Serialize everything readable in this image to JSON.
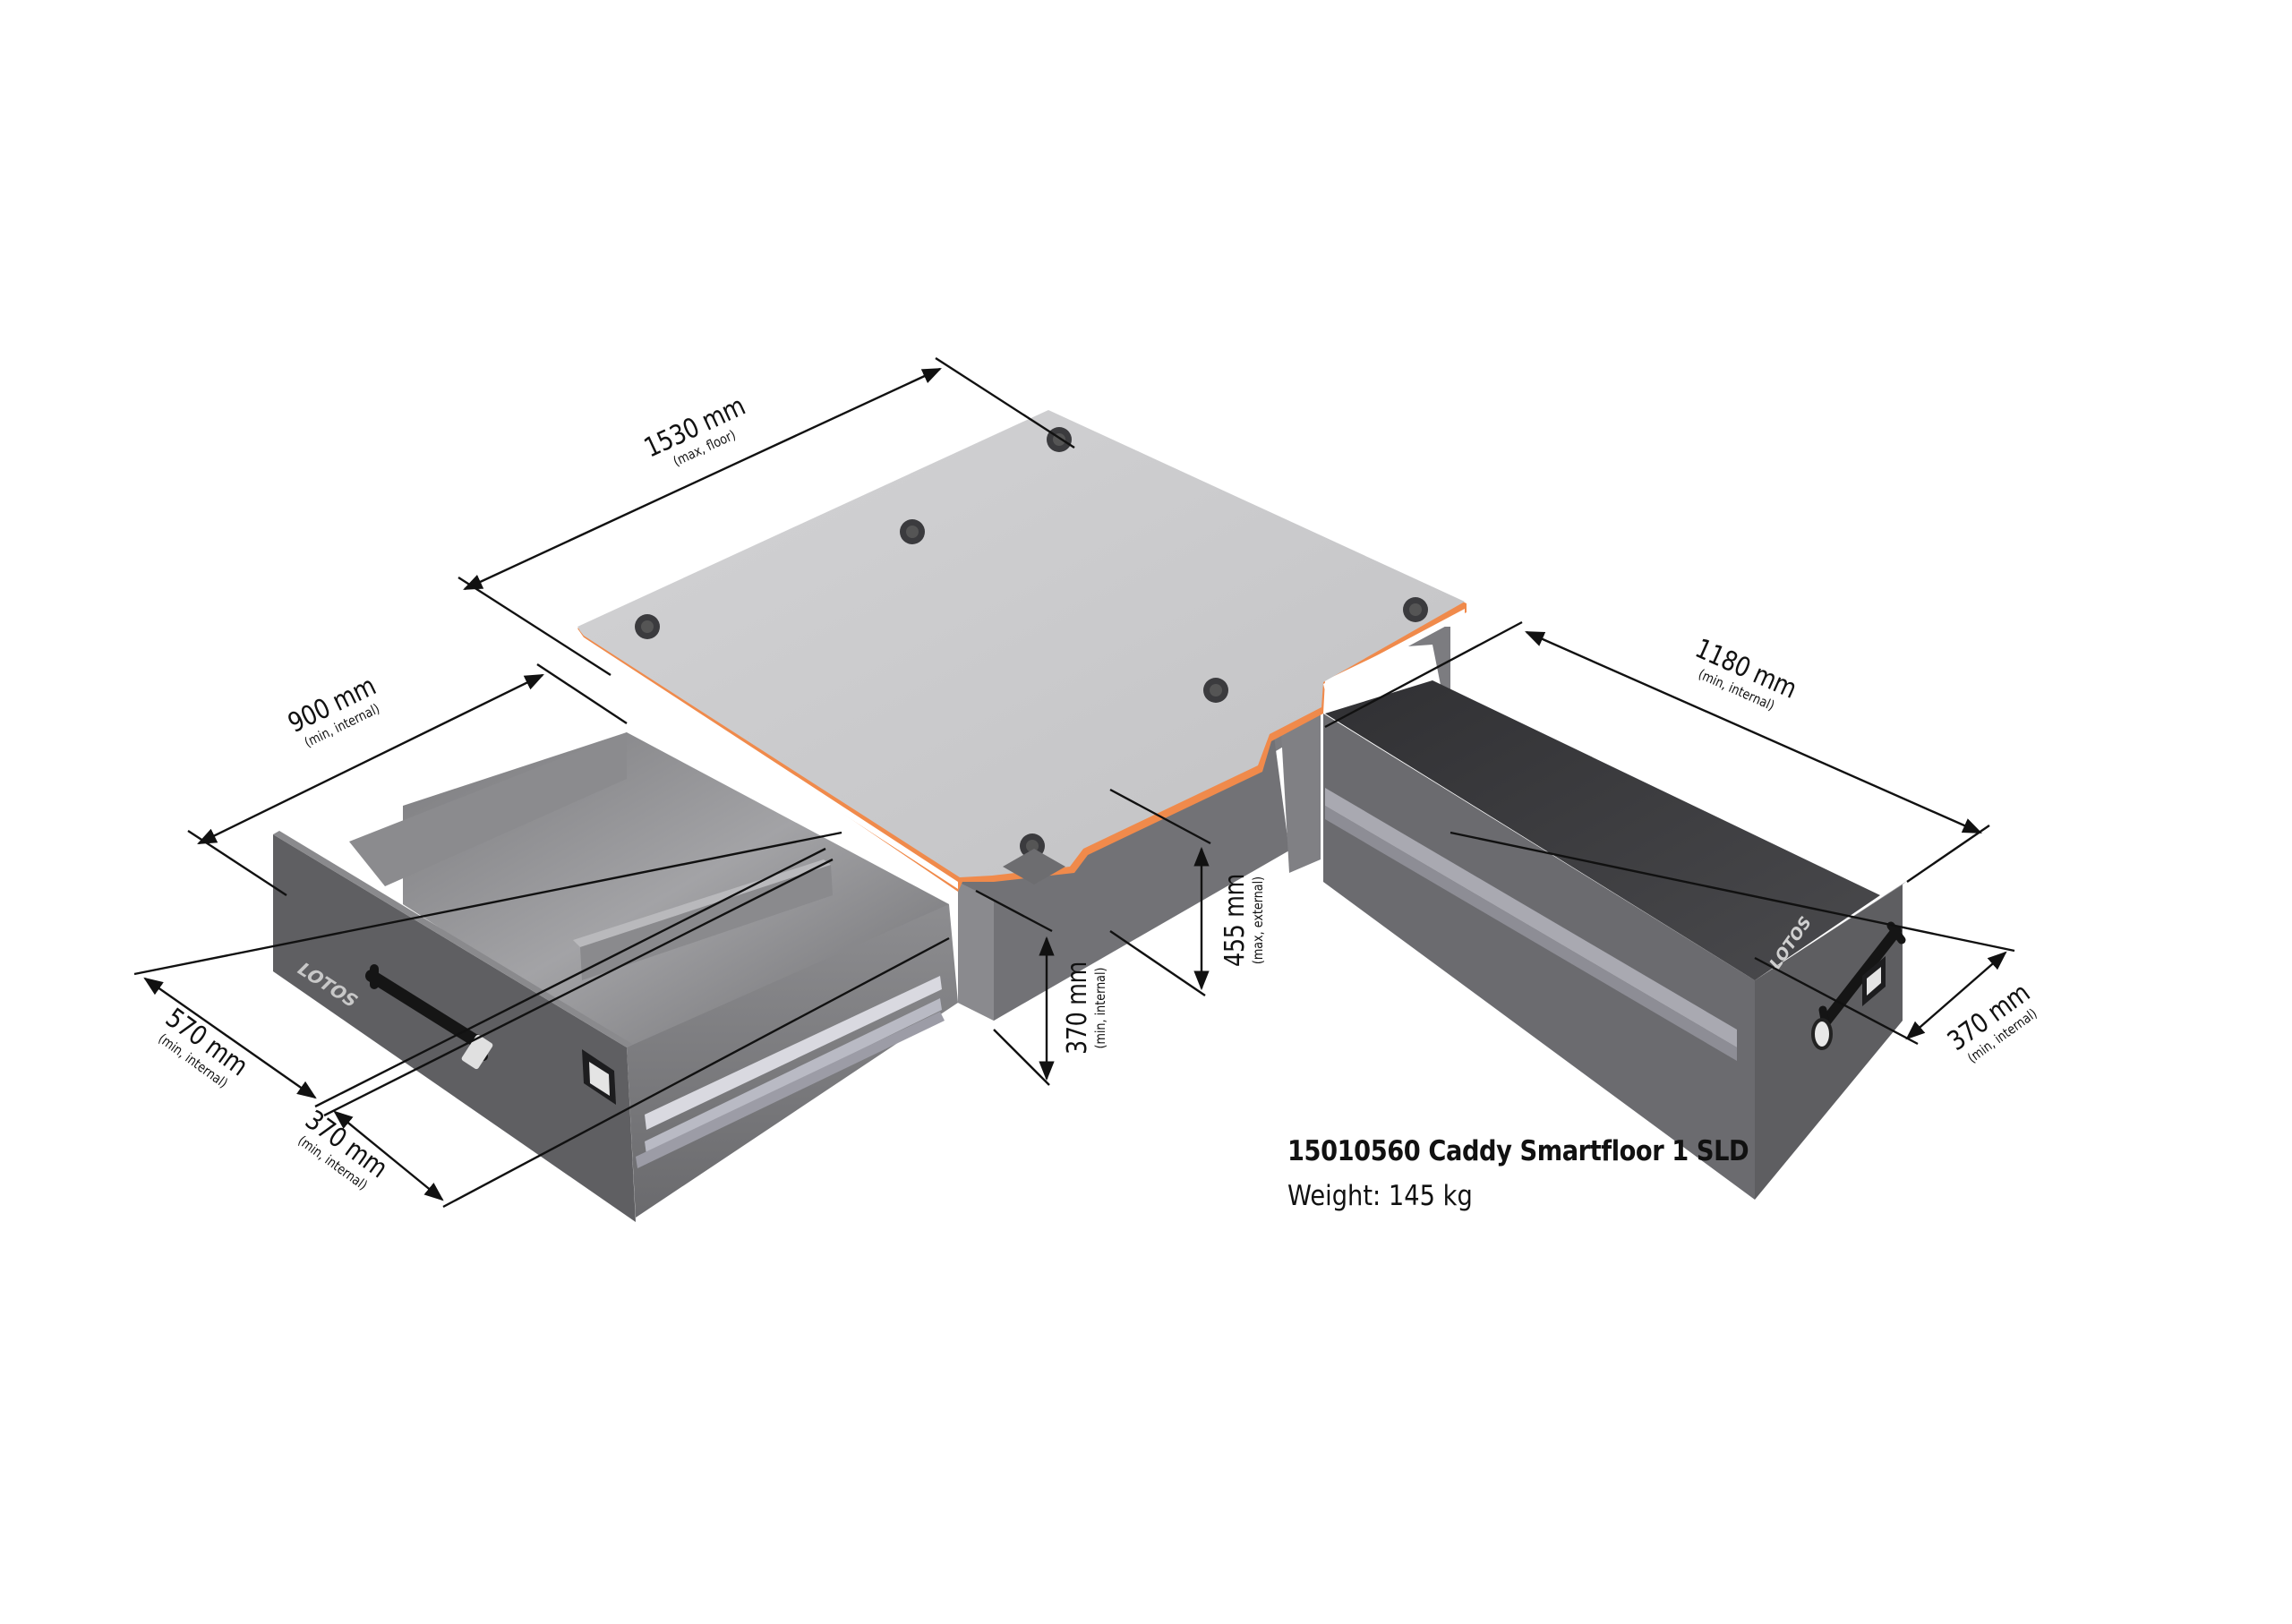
{
  "product": {
    "title": "15010560 Caddy Smartfloor 1 SLD",
    "weight": "Weight: 145 kg",
    "brand_logo": "LOTOS"
  },
  "dimensions": {
    "floor_length": {
      "value": "1530 mm",
      "note": "(max, floor)"
    },
    "left_drawer_length": {
      "value": "900 mm",
      "note": "(min, internal)"
    },
    "left_drawer_width": {
      "value": "570 mm",
      "note": "(min, internal)"
    },
    "left_drawer_height": {
      "value": "370 mm",
      "note": "(min, internal)"
    },
    "center_height_internal": {
      "value": "370 mm",
      "note": "(min, internal)"
    },
    "center_height_external": {
      "value": "455 mm",
      "note": "(max, external)"
    },
    "right_drawer_length": {
      "value": "1180 mm",
      "note": "(min, internal)"
    },
    "right_drawer_height": {
      "value": "370 mm",
      "note": "(min, internal)"
    }
  },
  "colors": {
    "background": "#ffffff",
    "floor_plate": "#c9c9cb",
    "floor_edge": "#f08a4b",
    "drawer_body": "#5f5f62",
    "drawer_interior": "#3d3d40",
    "logo_accent": "#c8d62b",
    "dimension_line": "#111111"
  }
}
